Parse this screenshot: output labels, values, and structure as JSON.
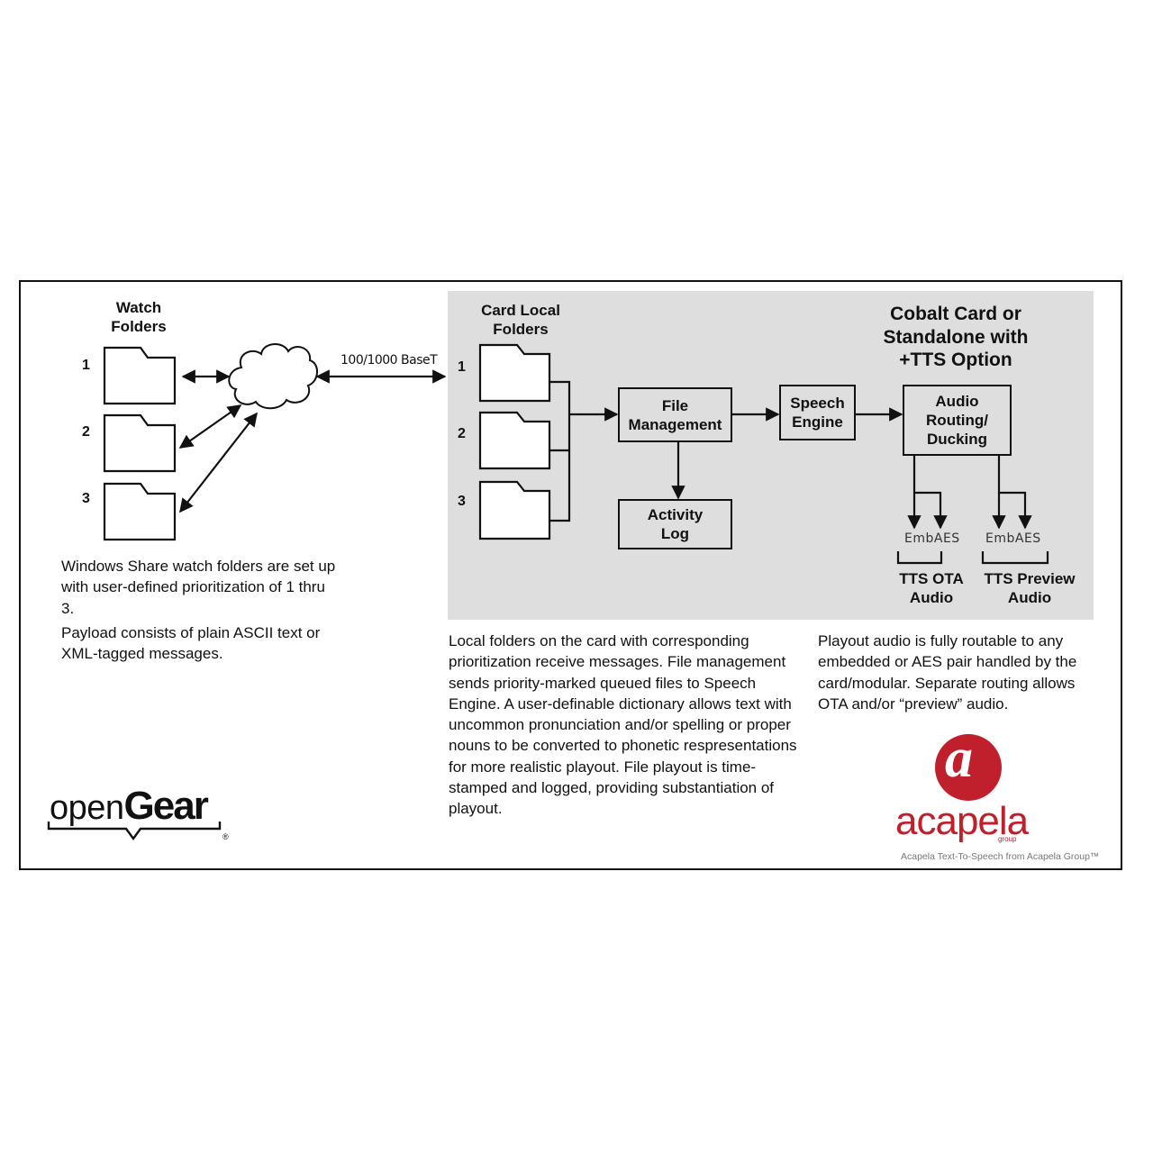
{
  "watch": {
    "title": "Watch\nFolders",
    "numbers": [
      "1",
      "2",
      "3"
    ],
    "desc_1": "Windows Share watch folders are set up with user-defined prioritization of 1 thru 3.",
    "desc_2": "Payload consists of plain ASCII text or XML-tagged messages."
  },
  "network": {
    "label": "100/1000 BaseT"
  },
  "card": {
    "title": "Card Local\nFolders",
    "numbers": [
      "1",
      "2",
      "3"
    ],
    "heading": "Cobalt Card or\nStandalone with\n+TTS Option",
    "file_management": "File\nManagement",
    "activity_log": "Activity\nLog",
    "speech_engine": "Speech\nEngine",
    "audio_routing": "Audio\nRouting/\nDucking",
    "emb_aes_1": "EmbAES",
    "emb_aes_2": "EmbAES",
    "tts_ota": "TTS OTA\nAudio",
    "tts_preview": "TTS Preview\nAudio",
    "desc_local": "Local folders on the card with corresponding prioritization receive messages. File management sends priority-marked queued files to Speech Engine. A user-definable dictionary allows text with uncommon pronunciation and/or spelling or proper nouns to be converted to phonetic respresentations for more realistic playout. File playout is time-stamped and logged, providing substantiation of playout.",
    "desc_playout": "Playout audio is fully routable to any embedded or AES pair handled by the card/modular. Separate routing allows OTA and/or “preview” audio."
  },
  "logos": {
    "opengear_a": "open",
    "opengear_b": "Gear",
    "opengear_reg": "®",
    "acapela_mark": "a",
    "acapela_word": "acapela",
    "acapela_group": "group",
    "acapela_tagline": "Acapela Text-To-Speech from Acapela Group™"
  },
  "colors": {
    "panel_gray": "#dedede",
    "acapela_red": "#c0202b"
  }
}
